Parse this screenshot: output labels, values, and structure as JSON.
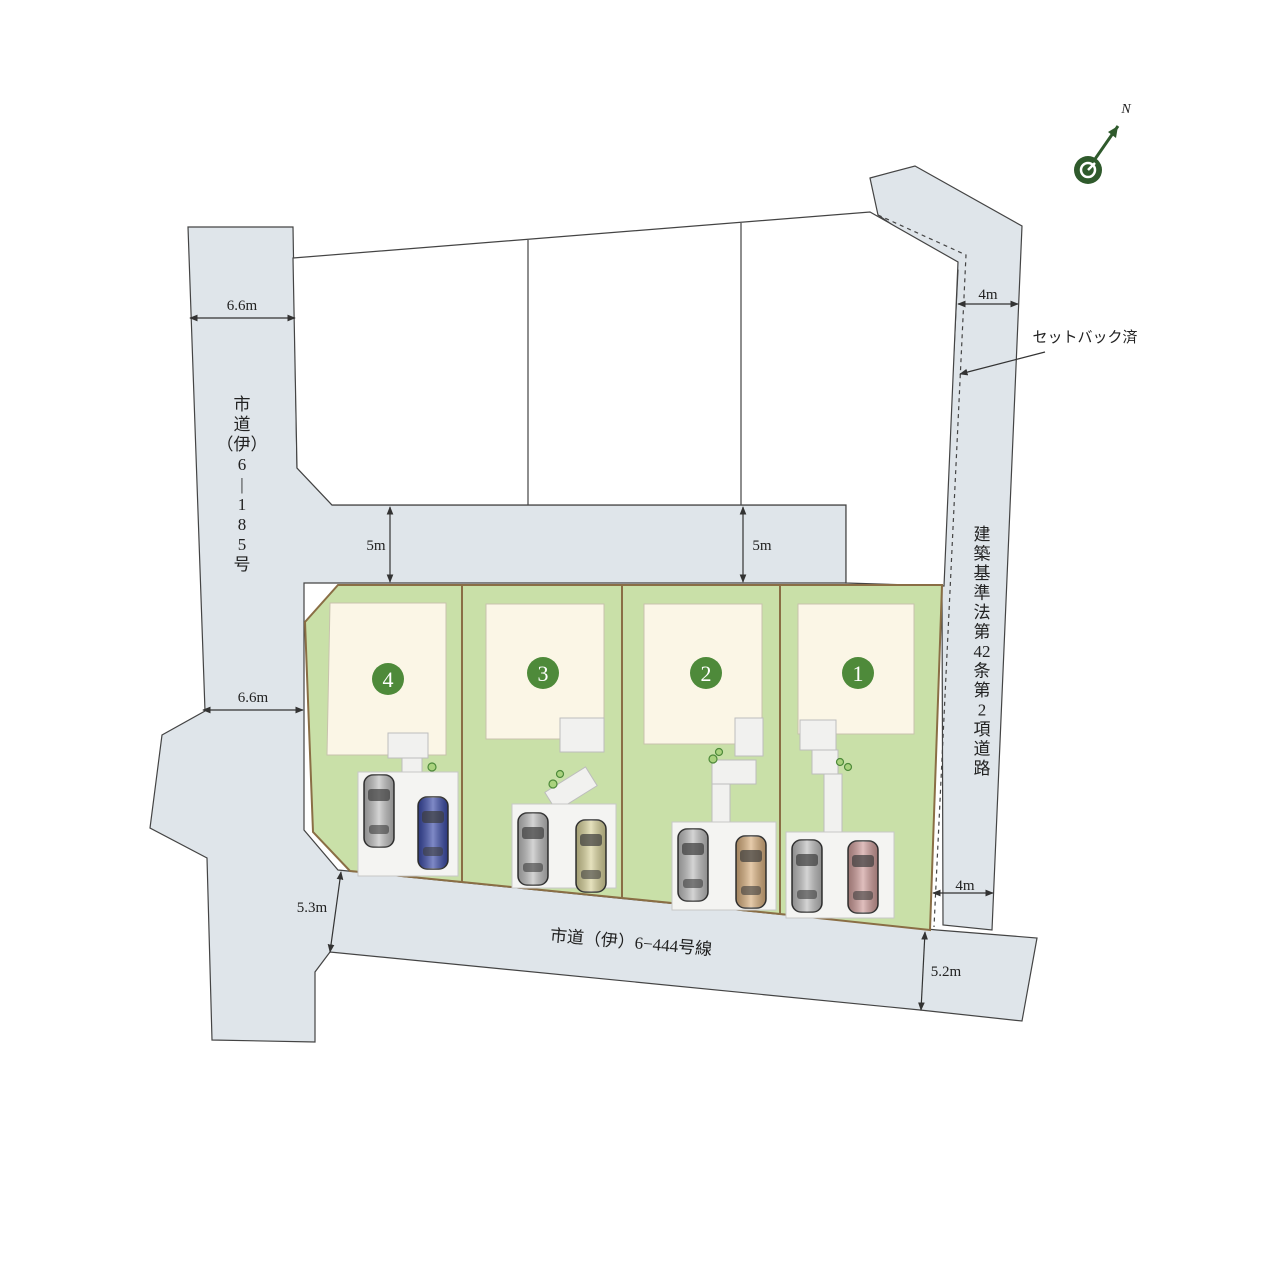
{
  "compass": {
    "north_label": "N",
    "icon": "compass-north-icon"
  },
  "roads": {
    "west": {
      "name_chars": [
        "市",
        "道",
        "（伊）",
        "6",
        "|",
        "1",
        "8",
        "5",
        "号"
      ]
    },
    "south": {
      "name": "市道（伊）6−444号線"
    },
    "east": {
      "name_chars": [
        "建",
        "築",
        "基",
        "準",
        "法",
        "第",
        "42",
        "条",
        "第",
        "2",
        "項",
        "道",
        "路"
      ]
    }
  },
  "dimensions": {
    "west_road_top": "6.6m",
    "west_road_mid": "6.6m",
    "setback_upper_left": "5m",
    "setback_upper_right": "5m",
    "east_road_top": "4m",
    "east_road_bottom": "4m",
    "south_road_left": "5.3m",
    "south_road_right": "5.2m"
  },
  "annotations": {
    "setback_done": "セットバック済"
  },
  "lots": [
    {
      "number": "4",
      "cars": [
        "gray",
        "blue"
      ]
    },
    {
      "number": "3",
      "cars": [
        "gray",
        "olive"
      ]
    },
    {
      "number": "2",
      "cars": [
        "gray",
        "tan"
      ]
    },
    {
      "number": "1",
      "cars": [
        "gray",
        "rose"
      ]
    }
  ],
  "colors": {
    "road": "#dfe5ea",
    "lot_green": "#c9e0a8",
    "lot_border": "#8a6e45",
    "house": "#fbf6e6",
    "badge": "#4e8a3a",
    "compass": "#2f5a2c",
    "car_gray": "#bdbdbd",
    "car_blue": "#3a4aa8",
    "car_olive": "#d8d29a",
    "car_tan": "#d9b07e",
    "car_rose": "#cf9c9a"
  }
}
